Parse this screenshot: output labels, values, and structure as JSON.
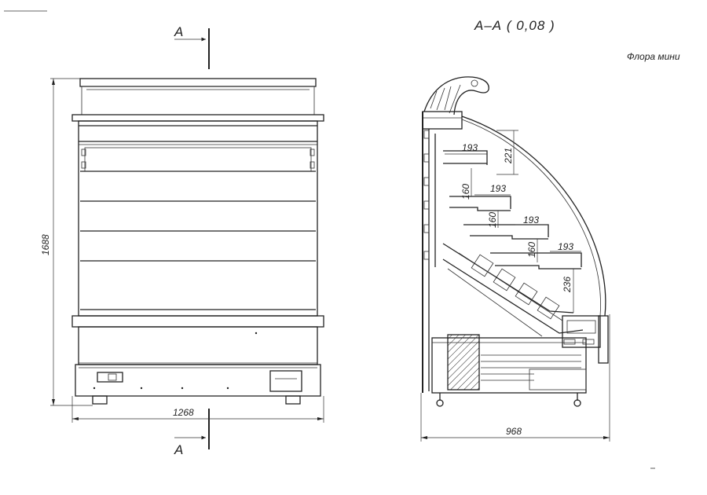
{
  "section_title": "А–А ( 0,08 )",
  "model_name": "Флора мини",
  "section_marker": "А",
  "front_view": {
    "height_dim": "1688",
    "width_dim": "1268"
  },
  "side_view": {
    "depth_dim": "968",
    "top_gap_dim": "221",
    "shelf_depth_dims": [
      "193",
      "193",
      "193",
      "193"
    ],
    "shelf_spacing_dims": [
      "160",
      "160",
      "160"
    ],
    "bottom_shelf_dim": "236"
  }
}
